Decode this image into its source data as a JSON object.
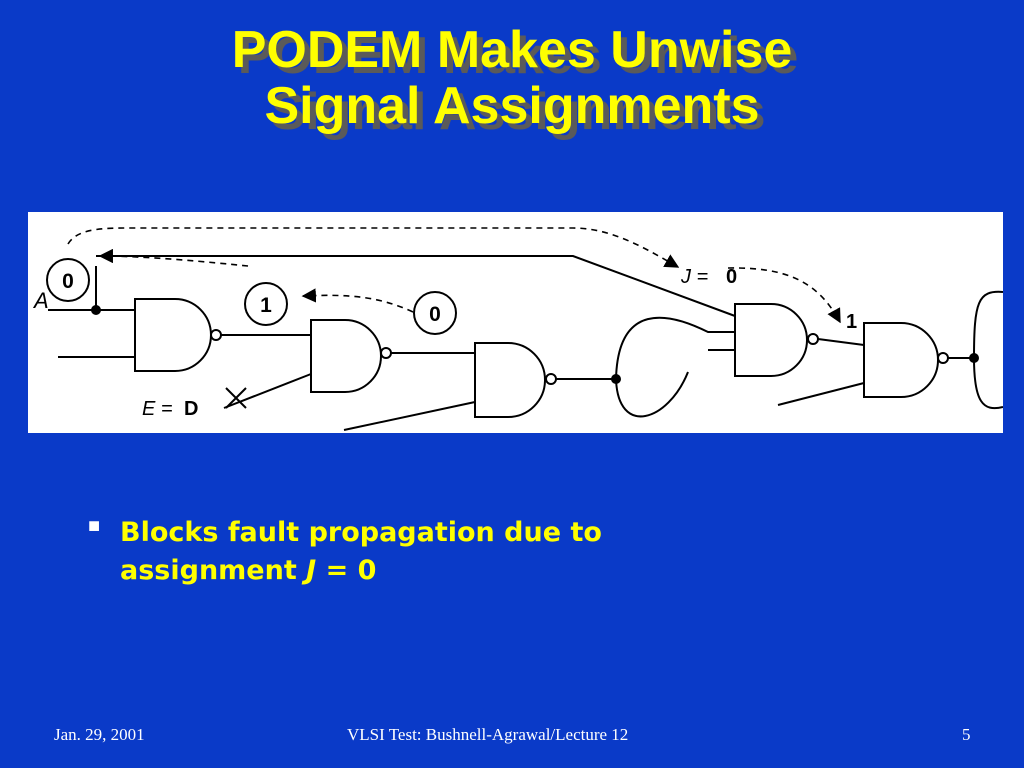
{
  "slide": {
    "title_line1": "PODEM Makes Unwise",
    "title_line2": "Signal Assignments",
    "bullet": {
      "text": "Blocks fault propagation due to assignment",
      "var": "J",
      "eq": "= 0"
    }
  },
  "diagram": {
    "labels": {
      "input_a": "A",
      "node_a_value": "0",
      "gate1_value": "1",
      "gate3_value": "0",
      "j_label": "J =",
      "j_value": "0",
      "e_label": "E =",
      "e_value": "D",
      "output_value": "1"
    }
  },
  "footer": {
    "date": "Jan. 29, 2001",
    "course": "VLSI Test: Bushnell-Agrawal/Lecture 12",
    "page": "5"
  },
  "colors": {
    "background": "#0a3ac8",
    "title": "#ffff00",
    "title_shadow": "#5a5a5a",
    "bullet_text": "#ffff00",
    "footer_text": "#ffffff",
    "figure_bg": "#ffffff"
  }
}
